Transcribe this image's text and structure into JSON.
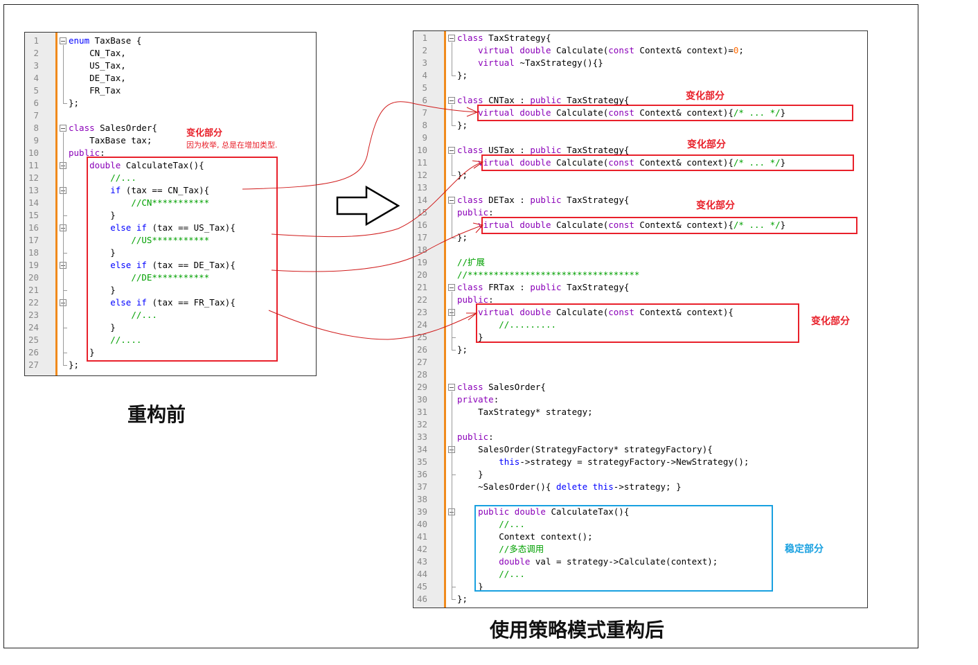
{
  "left_code": [
    {
      "n": "1",
      "fold": true,
      "segs": [
        [
          "enum ",
          "k"
        ],
        [
          "TaxBase {",
          ""
        ]
      ]
    },
    {
      "n": "2",
      "segs": [
        [
          "    CN_Tax,",
          ""
        ]
      ]
    },
    {
      "n": "3",
      "segs": [
        [
          "    US_Tax,",
          ""
        ]
      ]
    },
    {
      "n": "4",
      "segs": [
        [
          "    DE_Tax,",
          ""
        ]
      ]
    },
    {
      "n": "5",
      "segs": [
        [
          "    FR_Tax",
          ""
        ]
      ]
    },
    {
      "n": "6",
      "segs": [
        [
          "};",
          ""
        ]
      ]
    },
    {
      "n": "7",
      "segs": []
    },
    {
      "n": "8",
      "fold": true,
      "segs": [
        [
          "class ",
          "t"
        ],
        [
          "SalesOrder{",
          ""
        ]
      ]
    },
    {
      "n": "9",
      "segs": [
        [
          "    TaxBase tax;",
          ""
        ]
      ]
    },
    {
      "n": "10",
      "segs": [
        [
          "public",
          "t"
        ],
        [
          ":",
          ""
        ]
      ]
    },
    {
      "n": "11",
      "fold": true,
      "segs": [
        [
          "    ",
          ""
        ],
        [
          "double ",
          "t"
        ],
        [
          "CalculateTax(){",
          ""
        ]
      ]
    },
    {
      "n": "12",
      "segs": [
        [
          "        ",
          ""
        ],
        [
          "//...",
          "c"
        ]
      ]
    },
    {
      "n": "13",
      "fold": true,
      "segs": [
        [
          "        ",
          ""
        ],
        [
          "if ",
          "k"
        ],
        [
          "(tax == CN_Tax){",
          ""
        ]
      ]
    },
    {
      "n": "14",
      "segs": [
        [
          "            ",
          ""
        ],
        [
          "//CN***********",
          "c"
        ]
      ]
    },
    {
      "n": "15",
      "segs": [
        [
          "        }",
          ""
        ]
      ]
    },
    {
      "n": "16",
      "fold": true,
      "segs": [
        [
          "        ",
          ""
        ],
        [
          "else if ",
          "k"
        ],
        [
          "(tax == US_Tax){",
          ""
        ]
      ]
    },
    {
      "n": "17",
      "segs": [
        [
          "            ",
          ""
        ],
        [
          "//US***********",
          "c"
        ]
      ]
    },
    {
      "n": "18",
      "segs": [
        [
          "        }",
          ""
        ]
      ]
    },
    {
      "n": "19",
      "fold": true,
      "segs": [
        [
          "        ",
          ""
        ],
        [
          "else if ",
          "k"
        ],
        [
          "(tax == DE_Tax){",
          ""
        ]
      ]
    },
    {
      "n": "20",
      "segs": [
        [
          "            ",
          ""
        ],
        [
          "//DE***********",
          "c"
        ]
      ]
    },
    {
      "n": "21",
      "segs": [
        [
          "        }",
          ""
        ]
      ]
    },
    {
      "n": "22",
      "fold": true,
      "segs": [
        [
          "        ",
          ""
        ],
        [
          "else if ",
          "k"
        ],
        [
          "(tax == FR_Tax){",
          ""
        ]
      ]
    },
    {
      "n": "23",
      "segs": [
        [
          "            ",
          ""
        ],
        [
          "//...",
          "c"
        ]
      ]
    },
    {
      "n": "24",
      "segs": [
        [
          "        }",
          ""
        ]
      ]
    },
    {
      "n": "25",
      "segs": [
        [
          "        ",
          ""
        ],
        [
          "//....",
          "c"
        ]
      ]
    },
    {
      "n": "26",
      "segs": [
        [
          "    }",
          ""
        ]
      ]
    },
    {
      "n": "27",
      "segs": [
        [
          "};",
          ""
        ]
      ]
    }
  ],
  "right_code": [
    {
      "n": "1",
      "fold": true,
      "segs": [
        [
          "class ",
          "t"
        ],
        [
          "TaxStrategy{",
          ""
        ]
      ]
    },
    {
      "n": "2",
      "segs": [
        [
          "    ",
          ""
        ],
        [
          "virtual double ",
          "t"
        ],
        [
          "Calculate(",
          ""
        ],
        [
          "const ",
          "t"
        ],
        [
          "Context& context)=",
          ""
        ],
        [
          "0",
          "n"
        ],
        [
          ";",
          ""
        ]
      ]
    },
    {
      "n": "3",
      "segs": [
        [
          "    ",
          ""
        ],
        [
          "virtual ",
          "t"
        ],
        [
          "~TaxStrategy(){}",
          ""
        ]
      ]
    },
    {
      "n": "4",
      "segs": [
        [
          "};",
          ""
        ]
      ]
    },
    {
      "n": "5",
      "segs": []
    },
    {
      "n": "6",
      "fold": true,
      "segs": [
        [
          "class ",
          "t"
        ],
        [
          "CNTax : ",
          ""
        ],
        [
          "public ",
          "t"
        ],
        [
          "TaxStrategy{",
          ""
        ]
      ]
    },
    {
      "n": "7",
      "segs": [
        [
          "    ",
          ""
        ],
        [
          "virtual double ",
          "t"
        ],
        [
          "Calculate(",
          ""
        ],
        [
          "const ",
          "t"
        ],
        [
          "Context& context){",
          ""
        ],
        [
          "/* ... */",
          "c"
        ],
        [
          "}",
          ""
        ]
      ]
    },
    {
      "n": "8",
      "segs": [
        [
          "};",
          ""
        ]
      ]
    },
    {
      "n": "9",
      "segs": []
    },
    {
      "n": "10",
      "fold": true,
      "segs": [
        [
          "class ",
          "t"
        ],
        [
          "USTax : ",
          ""
        ],
        [
          "public ",
          "t"
        ],
        [
          "TaxStrategy{",
          ""
        ]
      ]
    },
    {
      "n": "11",
      "segs": [
        [
          "    ",
          ""
        ],
        [
          "virtual double ",
          "t"
        ],
        [
          "Calculate(",
          ""
        ],
        [
          "const ",
          "t"
        ],
        [
          "Context& context){",
          ""
        ],
        [
          "/* ... */",
          "c"
        ],
        [
          "}",
          ""
        ]
      ]
    },
    {
      "n": "12",
      "segs": [
        [
          "};",
          ""
        ]
      ]
    },
    {
      "n": "13",
      "segs": []
    },
    {
      "n": "14",
      "fold": true,
      "segs": [
        [
          "class ",
          "t"
        ],
        [
          "DETax : ",
          ""
        ],
        [
          "public ",
          "t"
        ],
        [
          "TaxStrategy{",
          ""
        ]
      ]
    },
    {
      "n": "15",
      "segs": [
        [
          "public",
          "t"
        ],
        [
          ":",
          ""
        ]
      ]
    },
    {
      "n": "16",
      "segs": [
        [
          "    ",
          ""
        ],
        [
          "virtual double ",
          "t"
        ],
        [
          "Calculate(",
          ""
        ],
        [
          "const ",
          "t"
        ],
        [
          "Context& context){",
          ""
        ],
        [
          "/* ... */",
          "c"
        ],
        [
          "}",
          ""
        ]
      ]
    },
    {
      "n": "17",
      "segs": [
        [
          "};",
          ""
        ]
      ]
    },
    {
      "n": "18",
      "segs": []
    },
    {
      "n": "19",
      "segs": [
        [
          "//扩展",
          "c"
        ]
      ]
    },
    {
      "n": "20",
      "segs": [
        [
          "//*********************************",
          "c"
        ]
      ]
    },
    {
      "n": "21",
      "fold": true,
      "segs": [
        [
          "class ",
          "t"
        ],
        [
          "FRTax : ",
          ""
        ],
        [
          "public ",
          "t"
        ],
        [
          "TaxStrategy{",
          ""
        ]
      ]
    },
    {
      "n": "22",
      "segs": [
        [
          "public",
          "t"
        ],
        [
          ":",
          ""
        ]
      ]
    },
    {
      "n": "23",
      "fold": true,
      "segs": [
        [
          "    ",
          ""
        ],
        [
          "virtual double ",
          "t"
        ],
        [
          "Calculate(",
          ""
        ],
        [
          "const ",
          "t"
        ],
        [
          "Context& context){",
          ""
        ]
      ]
    },
    {
      "n": "24",
      "segs": [
        [
          "        ",
          ""
        ],
        [
          "//.........",
          "c"
        ]
      ]
    },
    {
      "n": "25",
      "segs": [
        [
          "    }",
          ""
        ]
      ]
    },
    {
      "n": "26",
      "segs": [
        [
          "};",
          ""
        ]
      ]
    },
    {
      "n": "27",
      "segs": []
    },
    {
      "n": "28",
      "segs": []
    },
    {
      "n": "29",
      "fold": true,
      "segs": [
        [
          "class ",
          "t"
        ],
        [
          "SalesOrder{",
          ""
        ]
      ]
    },
    {
      "n": "30",
      "segs": [
        [
          "private",
          "t"
        ],
        [
          ":",
          ""
        ]
      ]
    },
    {
      "n": "31",
      "segs": [
        [
          "    TaxStrategy* strategy;",
          ""
        ]
      ]
    },
    {
      "n": "32",
      "segs": []
    },
    {
      "n": "33",
      "segs": [
        [
          "public",
          "t"
        ],
        [
          ":",
          ""
        ]
      ]
    },
    {
      "n": "34",
      "fold": true,
      "segs": [
        [
          "    SalesOrder(StrategyFactory* strategyFactory){",
          ""
        ]
      ]
    },
    {
      "n": "35",
      "segs": [
        [
          "        ",
          ""
        ],
        [
          "this",
          "k"
        ],
        [
          "->strategy = strategyFactory->NewStrategy();",
          ""
        ]
      ]
    },
    {
      "n": "36",
      "segs": [
        [
          "    }",
          ""
        ]
      ]
    },
    {
      "n": "37",
      "segs": [
        [
          "    ~SalesOrder(){ ",
          ""
        ],
        [
          "delete this",
          "k"
        ],
        [
          "->strategy; }",
          ""
        ]
      ]
    },
    {
      "n": "38",
      "segs": []
    },
    {
      "n": "39",
      "fold": true,
      "segs": [
        [
          "    ",
          ""
        ],
        [
          "public double ",
          "t"
        ],
        [
          "CalculateTax(){",
          ""
        ]
      ]
    },
    {
      "n": "40",
      "segs": [
        [
          "        ",
          ""
        ],
        [
          "//...",
          "c"
        ]
      ]
    },
    {
      "n": "41",
      "segs": [
        [
          "        Context context();",
          ""
        ]
      ]
    },
    {
      "n": "42",
      "segs": [
        [
          "        ",
          ""
        ],
        [
          "//多态调用",
          "c"
        ]
      ]
    },
    {
      "n": "43",
      "segs": [
        [
          "        ",
          ""
        ],
        [
          "double ",
          "t"
        ],
        [
          "val = strategy->Calculate(context);",
          ""
        ]
      ]
    },
    {
      "n": "44",
      "segs": [
        [
          "        ",
          ""
        ],
        [
          "//...",
          "c"
        ]
      ]
    },
    {
      "n": "45",
      "segs": [
        [
          "    }",
          ""
        ]
      ]
    },
    {
      "n": "46",
      "segs": [
        [
          "};",
          ""
        ]
      ]
    }
  ],
  "labels": {
    "change_part": "变化部分",
    "left_note": "因为枚举, 总是在增加类型.",
    "stable_part": "稳定部分"
  },
  "captions": {
    "before": "重构前",
    "after": "使用策略模式重构后"
  },
  "colors": {
    "highlight_change": "#e8202a",
    "highlight_stable": "#18a0e0",
    "gutter_marker": "#f08a1c"
  }
}
